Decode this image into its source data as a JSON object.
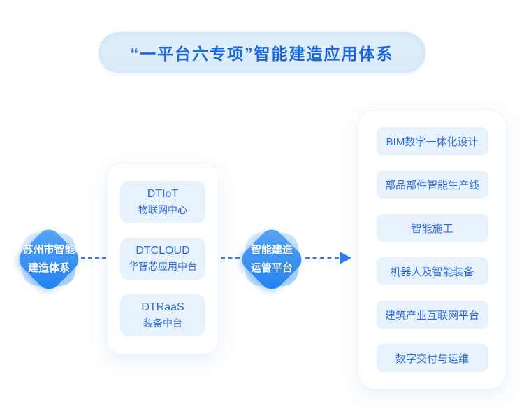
{
  "colors": {
    "accent": "#1a66dd",
    "blue_text": "#2e6bda",
    "pill_bg": "#dcecfa",
    "box_bg": "#e7f2fd",
    "card_border": "#ecf4fd",
    "diamond_start": "#5aa8f6",
    "diamond_end": "#1e80ef",
    "halo": "#bfdffa",
    "connector": "#2f7de8",
    "page_bg": "#ffffff"
  },
  "header": {
    "title": "“一平台六专项”智能建造应用体系"
  },
  "left_node": {
    "line1": "苏州市智能",
    "line2": "建造体系"
  },
  "platform_card": {
    "items": [
      {
        "en": "DTIoT",
        "zh": "物联网中心"
      },
      {
        "en": "DTCLOUD",
        "zh": "华智芯应用中台"
      },
      {
        "en": "DTRaaS",
        "zh": "装备中台"
      }
    ]
  },
  "center_node": {
    "line1": "智能建造",
    "line2": "运管平台"
  },
  "right_panel": {
    "items": [
      "BIM数字一体化设计",
      "部品部件智能生产线",
      "智能施工",
      "机器人及智能装备",
      "建筑产业互联网平台",
      "数字交付与运维"
    ]
  }
}
